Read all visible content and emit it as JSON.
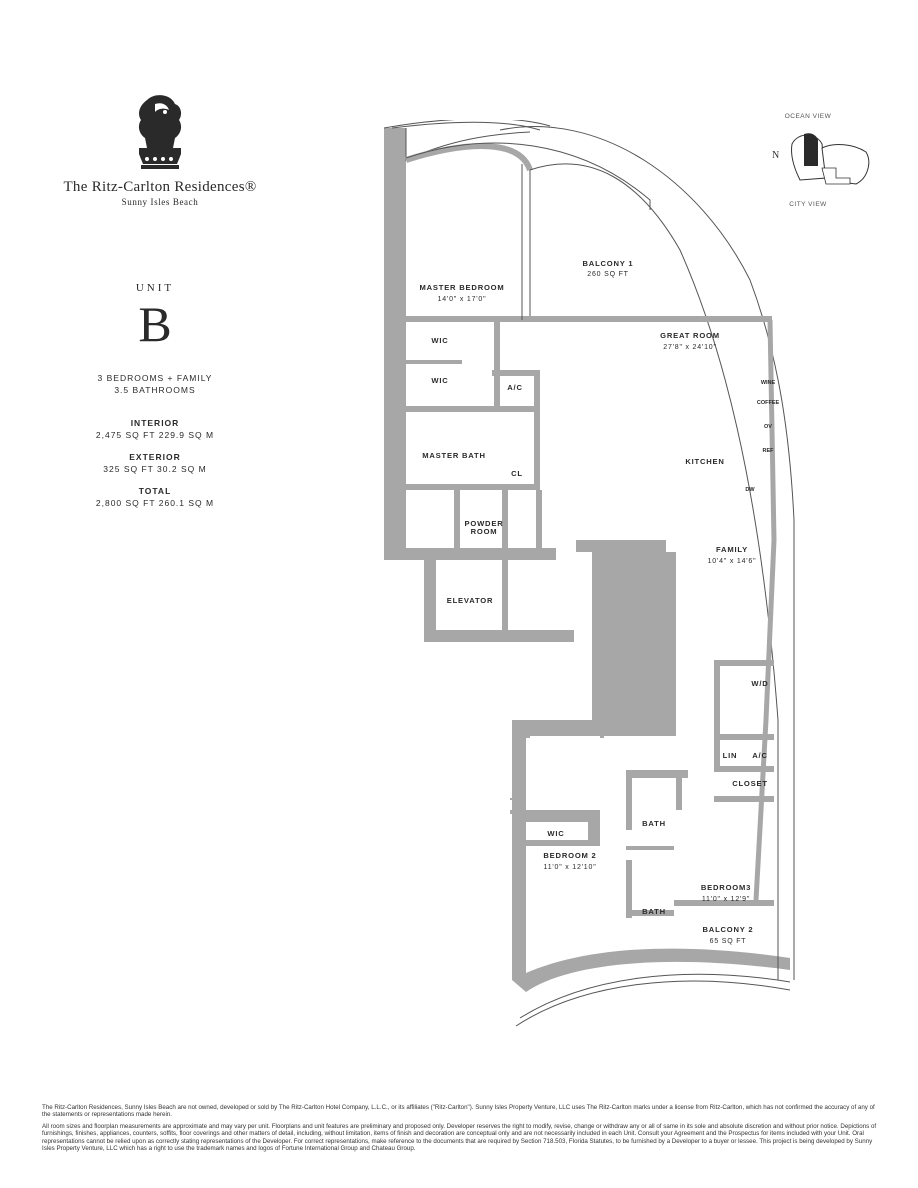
{
  "brand": {
    "name": "The Ritz-Carlton Residences®",
    "location": "Sunny Isles Beach",
    "logo_icon": "lion-crown-logo-icon"
  },
  "unit": {
    "label": "UNIT",
    "letter": "B",
    "bedrooms": "3 BEDROOMS + FAMILY",
    "bathrooms": "3.5 BATHROOMS",
    "interior_label": "INTERIOR",
    "interior_value": "2,475 SQ FT 229.9 SQ M",
    "exterior_label": "EXTERIOR",
    "exterior_value": "325 SQ FT 30.2 SQ M",
    "total_label": "TOTAL",
    "total_value": "2,800 SQ FT 260.1 SQ M"
  },
  "key_plan": {
    "ocean_view": "OCEAN VIEW",
    "city_view": "CITY VIEW",
    "north": "N",
    "highlight_color": "#2a2a2a"
  },
  "plan": {
    "wall_color": "#a7a7a7",
    "rooms": {
      "master_bedroom": {
        "name": "MASTER BEDROOM",
        "dims": "14'0\" x 17'0\""
      },
      "balcony_1": {
        "name": "BALCONY 1",
        "area": "260 SQ FT"
      },
      "great_room": {
        "name": "GREAT ROOM",
        "dims": "27'8\" x 24'10\""
      },
      "wic_1": "WIC",
      "wic_2": "WIC",
      "ac_1": "A/C",
      "master_bath": "MASTER BATH",
      "cl": "CL",
      "powder_room_1": "POWDER",
      "powder_room_2": "ROOM",
      "kitchen": "KITCHEN",
      "wine": "WINE",
      "coffee": "COFFEE",
      "ov": "OV",
      "ref": "REF",
      "dw": "DW",
      "elevator": "ELEVATOR",
      "family": {
        "name": "FAMILY",
        "dims": "10'4\" x 14'6\""
      },
      "wd": "W/D",
      "lin": "LIN",
      "ac_2": "A/C",
      "closet": "CLOSET",
      "bath_1": "BATH",
      "wic_3": "WIC",
      "bedroom_2": {
        "name": "BEDROOM 2",
        "dims": "11'0\" x 12'10\""
      },
      "bedroom_3": {
        "name": "BEDROOM3",
        "dims": "11'0\" x 12'9\""
      },
      "bath_2": "BATH",
      "balcony_2": {
        "name": "BALCONY 2",
        "area": "65 SQ FT"
      }
    }
  },
  "disclaimer": {
    "p1": "The Ritz-Carlton Residences, Sunny Isles Beach are not owned, developed or sold by The Ritz-Carlton Hotel Company, L.L.C., or its affiliates (\"Ritz-Carlton\"). Sunny Isles Property Venture, LLC uses The Ritz-Carlton marks under a license from Ritz-Carlton, which has not confirmed the accuracy of any of the statements or representations made herein.",
    "p2": "All room sizes and floorplan measurements are approximate and may vary per unit. Floorplans and unit features are preliminary and proposed only. Developer reserves the right to modify, revise, change or withdraw any or all of same in its sole and absolute discretion and without prior notice. Depictions of furnishings, finishes, appliances, counters, soffits, floor coverings and other matters of detail, including, without limitation, items of finish and decoration are conceptual only and are not necessarily included in each Unit. Consult your Agreement and the Prospectus for items included with your Unit. Oral representations cannot be relied upon as correctly stating representations of the Developer. For correct representations, make reference to the documents that are required by Section 718.503, Florida Statutes, to be furnished by a Developer to a buyer or lessee. This project is being developed by Sunny Isles Property Venture, LLC which has a right to use the trademark names and logos of Fortune International Group and Chateau Group."
  }
}
